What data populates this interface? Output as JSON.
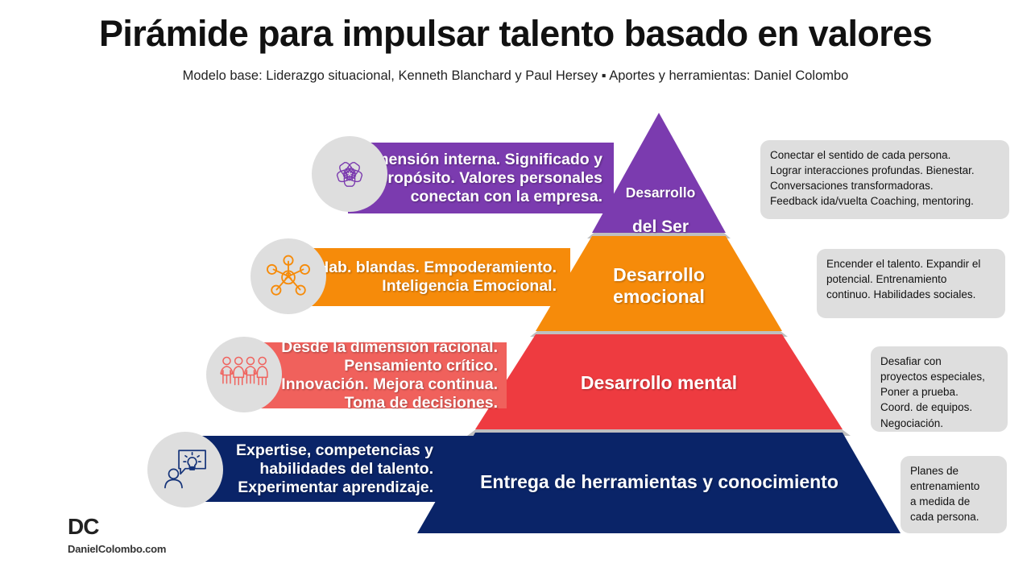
{
  "header": {
    "title": "Pirámide para impulsar talento basado en valores",
    "subtitle": "Modelo base: Liderazgo situacional, Kenneth Blanchard y Paul Hersey ▪ Aportes y herramientas: Daniel Colombo"
  },
  "colors": {
    "ser": "#7B3BAF",
    "emocional": "#F68B0A",
    "mental": "#F0615C",
    "mental_tier": "#EE3B40",
    "entrega": "#0A2468",
    "shadow": "#BFBFBF",
    "circle": "#DEDEDE",
    "callout": "#DEDEDE"
  },
  "levels": [
    {
      "id": "ser",
      "tier_label_line1": "Desarrollo",
      "tier_label_line2": "del Ser",
      "banner_text": "Dimensión interna.  Significado y\npropósito. Valores personales\nconectan con la empresa.",
      "icon": "five-hands-teamwork-icon",
      "callout_text": "Conectar el sentido de cada persona.\nLograr interacciones profundas. Bienestar.\nConversaciones transformadoras.\nFeedback ida/vuelta Coaching, mentoring."
    },
    {
      "id": "emocional",
      "tier_label": "Desarrollo\nemocional",
      "banner_text": "Hab. blandas. Empoderamiento.\nInteligencia Emocional.",
      "icon": "network-hub-icon",
      "callout_text": "Encender el talento. Expandir el\npotencial. Entrenamiento\ncontinuo. Habilidades sociales."
    },
    {
      "id": "mental",
      "tier_label": "Desarrollo  mental",
      "banner_text": "Desde la dimensión racional.\nPensamiento crítico.\nInnovación. Mejora continua.\nToma de decisiones.",
      "icon": "group-of-people-icon",
      "callout_text": "Desafiar con\nproyectos especiales,\nPoner a prueba.\nCoord. de equipos.\nNegociación."
    },
    {
      "id": "entrega",
      "tier_label": "Entrega de herramientas  y conocimiento",
      "banner_text": "Expertise, competencias y\nhabilidades del talento.\nExperimentar aprendizaje.",
      "icon": "person-lightbulb-idea-icon",
      "callout_text": "Planes de\nentrenamiento\na medida de\ncada persona."
    }
  ],
  "logo": {
    "mark": "DC",
    "site": "DanielColombo.com"
  }
}
